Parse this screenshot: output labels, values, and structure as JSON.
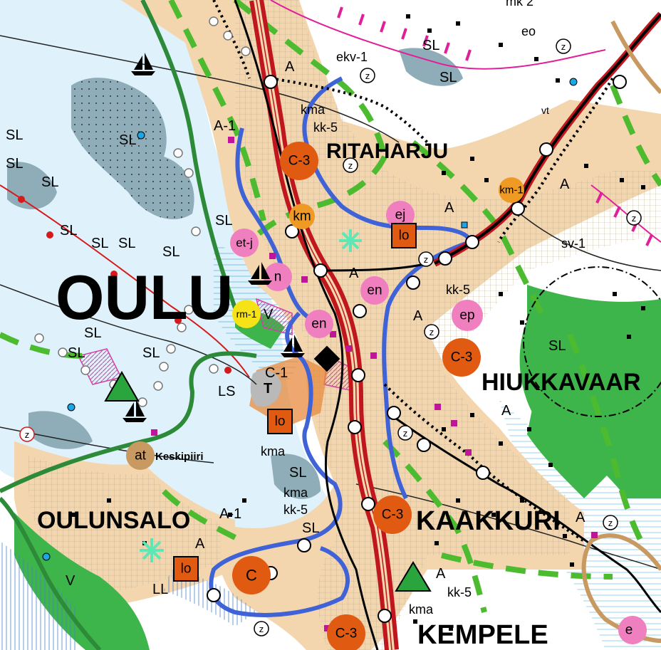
{
  "places": {
    "oulu": "OULU",
    "ritaharju": "RITAHARJU",
    "hiukkavaara": "HIUKKAVAAR",
    "kaakkuri": "KAAKKURI",
    "oulunsalo": "OULUNSALO",
    "kempele": "KEMPELE",
    "keskipiiri": "Keskipiiri"
  },
  "labels": {
    "a": "A",
    "a1": "A-1",
    "sl": "SL",
    "ll": "LL",
    "v": "V",
    "t": "T",
    "ls": "LS",
    "kma": "kma",
    "kk5": "kk-5",
    "ekv1": "ekv-1",
    "sv1": "sv-1",
    "vt": "vt",
    "eo": "eo",
    "mk2": "mk 2",
    "z": "z"
  },
  "symbols": {
    "c3": "C-3",
    "c": "C",
    "c1": "C-1",
    "km": "km",
    "km1": "km-1",
    "ej": "ej",
    "etj": "et-j",
    "en": "en",
    "n": "n",
    "rm1": "rm-1",
    "ep": "ep",
    "at": "at",
    "e": "e",
    "lo": "lo"
  },
  "colors": {
    "water": "#dff1fa",
    "urban": "#f3d5ae",
    "green": "#3db54a",
    "dashGreen": "#4cbb2f",
    "road": "#c0161d",
    "roadInner": "#f3d5ae",
    "blue": "#3f63d6",
    "orangeC": "#e05a12",
    "pinkE": "#f07fc0",
    "yellow": "#f6e317",
    "tan": "#c89a62",
    "magenta": "#e0209a",
    "grayIsland": "#8fadb8"
  }
}
